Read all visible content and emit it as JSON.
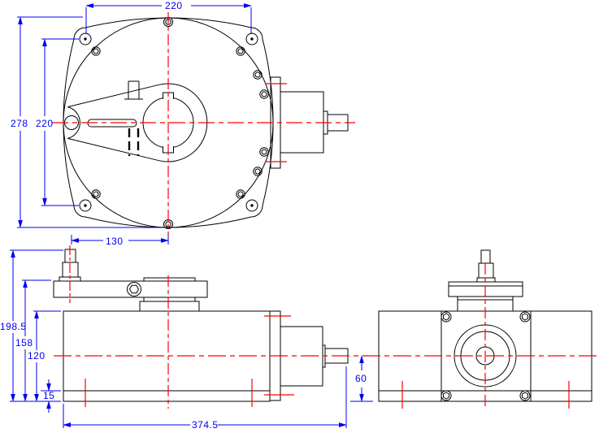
{
  "drawing": {
    "kind": "three-view mechanical drawing (gear actuator)",
    "background": "#ffffff"
  },
  "colors": {
    "geometry": "#000000",
    "centerline": "#ff0000",
    "dimension": "#0000ee"
  },
  "dimensions": {
    "top_width": "220",
    "overall_height": "278",
    "hole_spacing": "220",
    "lever_offset": "130",
    "total_height": "198.5",
    "cover_height": "158",
    "body_height": "120",
    "base_thickness": "15",
    "shaft_height": "60",
    "overall_length": "374.5"
  }
}
